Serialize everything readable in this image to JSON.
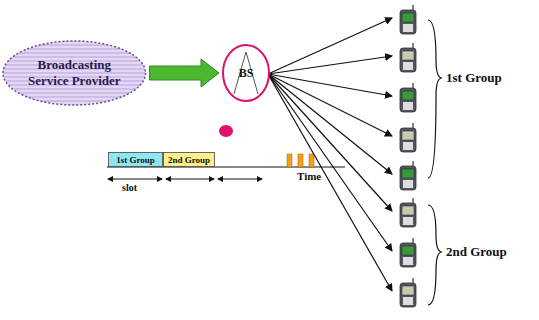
{
  "diagram": {
    "nodes": [
      {
        "text": [
          "Broadcasting Service Provider"
        ]
      },
      {
        "text": [
          "BS"
        ]
      },
      {
        "text": [
          "1st Group"
        ]
      },
      {
        "text": [
          "2nd Group"
        ]
      }
    ],
    "edges": [
      {
        "from": 0,
        "to": 1,
        "arrow": "to"
      }
    ],
    "labels": [
      "slot",
      "Time",
      "1st Group",
      "2nd Group"
    ]
  }
}
